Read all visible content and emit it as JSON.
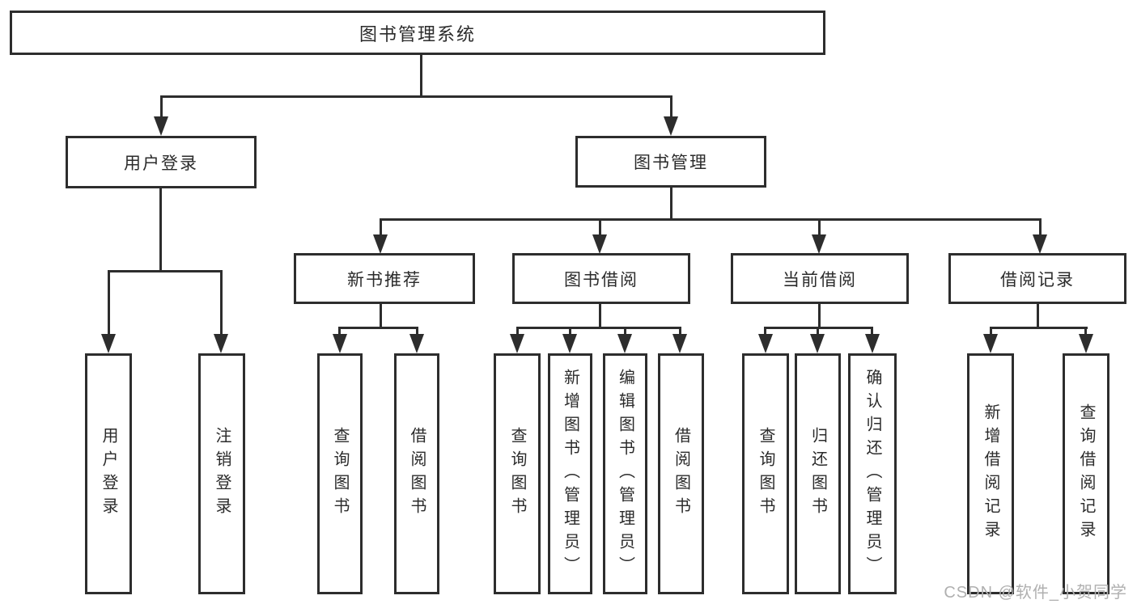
{
  "page": {
    "background": "#ffffff",
    "type": "hierarchy-diagram"
  },
  "colors": {
    "box_border": "#2d2d2d",
    "connector_line": "#2d2d2d",
    "text": "#2b2b2b",
    "watermark": "#b0b0b0"
  },
  "tree": {
    "label": "图书管理系统",
    "children": [
      {
        "label": "用户登录",
        "children": [
          {
            "label": "用户登录"
          },
          {
            "label": "注销登录"
          }
        ]
      },
      {
        "label": "图书管理",
        "children": [
          {
            "label": "新书推荐",
            "children": [
              {
                "label": "查询图书"
              },
              {
                "label": "借阅图书"
              }
            ]
          },
          {
            "label": "图书借阅",
            "children": [
              {
                "label": "查询图书"
              },
              {
                "label": "新增图书（管理员）"
              },
              {
                "label": "编辑图书（管理员）"
              },
              {
                "label": "借阅图书"
              }
            ]
          },
          {
            "label": "当前借阅",
            "children": [
              {
                "label": "查询图书"
              },
              {
                "label": "归还图书"
              },
              {
                "label": "确认归还（管理员）"
              }
            ]
          },
          {
            "label": "借阅记录",
            "children": [
              {
                "label": "新增借阅记录"
              },
              {
                "label": "查询借阅记录"
              }
            ]
          }
        ]
      }
    ]
  },
  "watermark": {
    "text": "CSDN @软件_小贺同学"
  }
}
